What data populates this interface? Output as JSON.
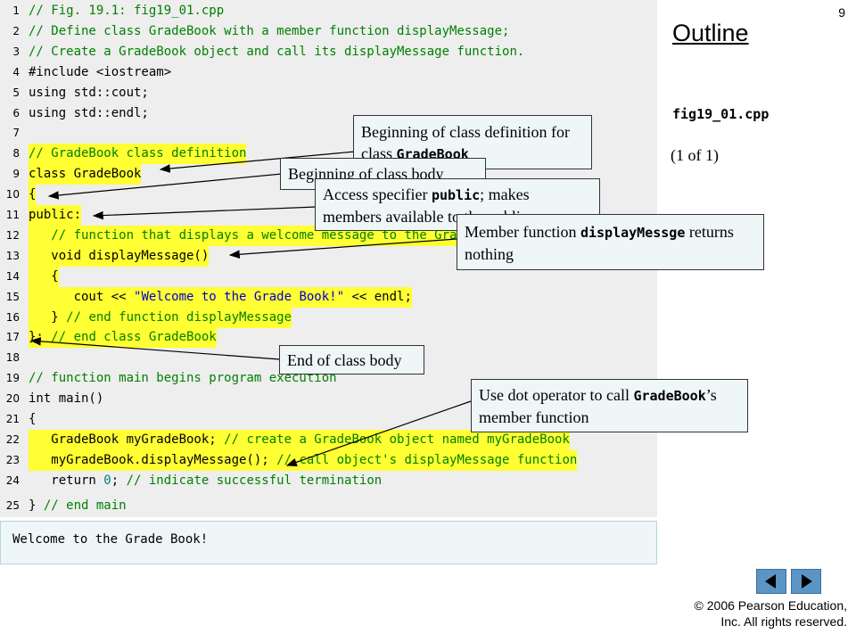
{
  "slide_number": "9",
  "outline_title": "Outline",
  "file_name": "fig19_01.cpp",
  "page_indicator": "(1 of 1)",
  "code_lines": [
    {
      "num": "1",
      "text": "// Fig. 19.1: fig19_01.cpp",
      "kind": "comment",
      "hl": false
    },
    {
      "num": "2",
      "text": "// Define class GradeBook with a member function displayMessage;",
      "kind": "comment",
      "hl": false
    },
    {
      "num": "3",
      "text": "// Create a GradeBook object and call its displayMessage function.",
      "kind": "comment",
      "hl": false
    },
    {
      "num": "4",
      "text": "#include <iostream>",
      "kind": "plain",
      "hl": false
    },
    {
      "num": "5",
      "text": "using std::cout;",
      "kind": "plain",
      "hl": false
    },
    {
      "num": "6",
      "text": "using std::endl;",
      "kind": "plain",
      "hl": false
    },
    {
      "num": "7",
      "text": "",
      "kind": "plain",
      "hl": false
    },
    {
      "num": "8",
      "text": "// GradeBook class definition",
      "kind": "comment",
      "hl": true
    },
    {
      "num": "9",
      "text": "class GradeBook",
      "kind": "plain",
      "hl": true
    },
    {
      "num": "10",
      "text": "{",
      "kind": "plain",
      "hl": true
    },
    {
      "num": "11",
      "text": "public:",
      "kind": "plain",
      "hl": true
    },
    {
      "num": "12",
      "text": "   // function that displays a welcome message to the GradeBook user",
      "kind": "comment",
      "hl": true
    },
    {
      "num": "13",
      "text": "   void displayMessage()",
      "kind": "plain",
      "hl": true
    },
    {
      "num": "14",
      "text": "   {",
      "kind": "plain",
      "hl": true
    },
    {
      "num": "15",
      "text": "      cout << \"Welcome to the Grade Book!\" << endl;",
      "kind": "string",
      "hl": true
    },
    {
      "num": "16",
      "text": "   } // end function displayMessage",
      "kind": "mixed",
      "hl": true
    },
    {
      "num": "17",
      "text": "}; // end class GradeBook",
      "kind": "mixed",
      "hl": true
    },
    {
      "num": "18",
      "text": "",
      "kind": "plain",
      "hl": false
    },
    {
      "num": "19",
      "text": "// function main begins program execution",
      "kind": "comment",
      "hl": false
    },
    {
      "num": "20",
      "text": "int main()",
      "kind": "plain",
      "hl": false
    },
    {
      "num": "21",
      "text": "{",
      "kind": "plain",
      "hl": false
    },
    {
      "num": "22",
      "text": "   GradeBook myGradeBook; // create a GradeBook object named myGradeBook",
      "kind": "mixed",
      "hl": true
    },
    {
      "num": "23",
      "text": "   myGradeBook.displayMessage(); // call object's displayMessage function",
      "kind": "mixed",
      "hl": true
    },
    {
      "num": "24",
      "text": "   return 0; // indicate successful termination",
      "kind": "mixed",
      "hl": false
    },
    {
      "num": "25",
      "text": "} // end main",
      "kind": "mixed",
      "hl": false
    }
  ],
  "output_text": "Welcome to the Grade Book!",
  "callouts": {
    "class_def": {
      "text1": "Beginning of class definition for class ",
      "code": "GradeBook"
    },
    "class_body": {
      "text1": "Beginning of class body"
    },
    "access": {
      "text1": "Access specifier ",
      "code": "public",
      "text2": "; makes members available to the public"
    },
    "member_fn": {
      "text1": "Member function ",
      "code": "displayMessge",
      "text2": " returns nothing"
    },
    "end_body": {
      "text1": "End of class body"
    },
    "dot_op": {
      "text1": "Use dot operator to call ",
      "code": "GradeBook",
      "text2": "’s member function"
    }
  },
  "copyright": {
    "line1": " 2006 Pearson Education,",
    "line2": "Inc.  All rights reserved."
  },
  "nav": {
    "prev_icon": "triangle-left-icon",
    "next_icon": "triangle-right-icon"
  },
  "colors": {
    "highlight": "#ffff33",
    "comment": "#008000",
    "string": "#0000cc",
    "nav": "#5b95c6",
    "callout_bg": "#eef6f8"
  }
}
